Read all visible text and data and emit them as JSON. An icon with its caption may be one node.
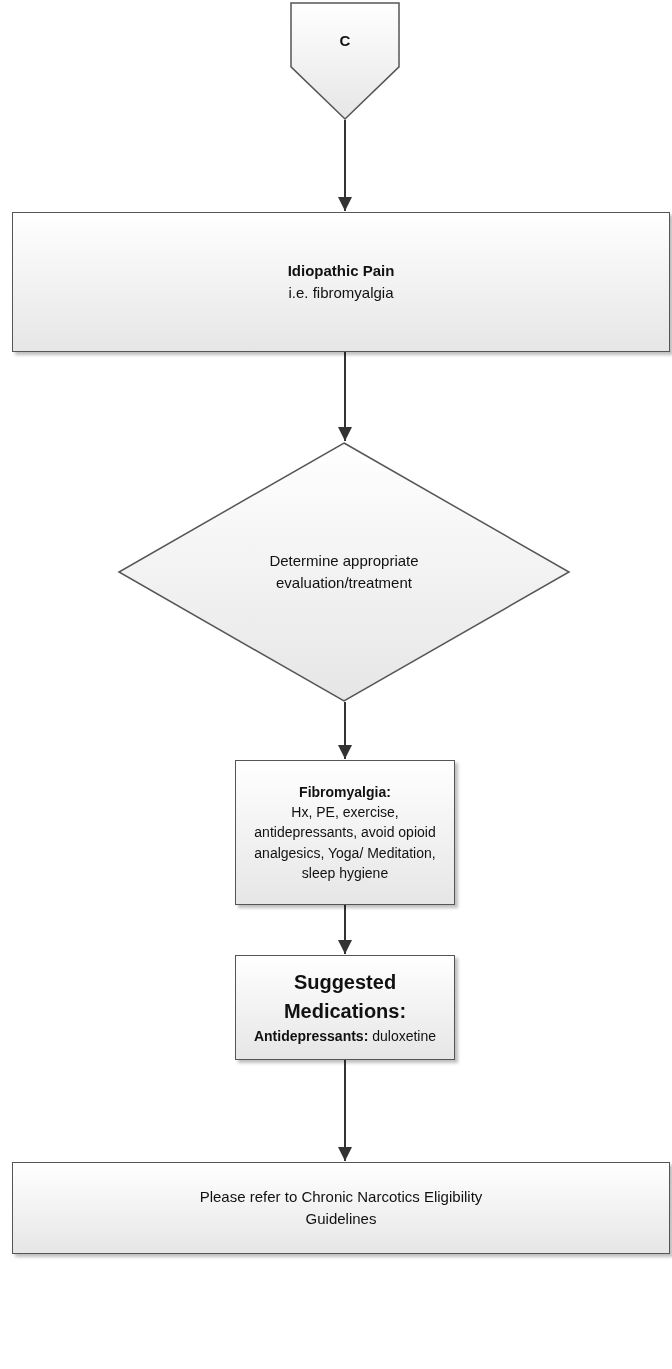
{
  "diagram": {
    "nodes": [
      {
        "text": [
          "C"
        ]
      },
      {
        "text": [
          "Idiopathic Pain",
          "i.e. fibromyalgia"
        ]
      },
      {
        "text": [
          "Determine appropriate evaluation/treatment"
        ]
      },
      {
        "text": [
          "Fibromyalgia:",
          "Hx, PE, exercise, antidepressants, avoid opioid analgesics, Yoga/ Meditation, sleep hygiene"
        ]
      },
      {
        "text": [
          "Suggested Medications:",
          "**Antidepressants:** duloxetine"
        ]
      },
      {
        "text": [
          "Please refer to Chronic Narcotics Eligibility Guidelines"
        ]
      }
    ],
    "edges": [
      {
        "from": 0,
        "to": 1,
        "arrow": "to"
      },
      {
        "from": 1,
        "to": 2,
        "arrow": "to"
      },
      {
        "from": 2,
        "to": 3,
        "arrow": "to"
      },
      {
        "from": 3,
        "to": 4,
        "arrow": "to"
      },
      {
        "from": 4,
        "to": 5,
        "arrow": "to"
      }
    ]
  }
}
